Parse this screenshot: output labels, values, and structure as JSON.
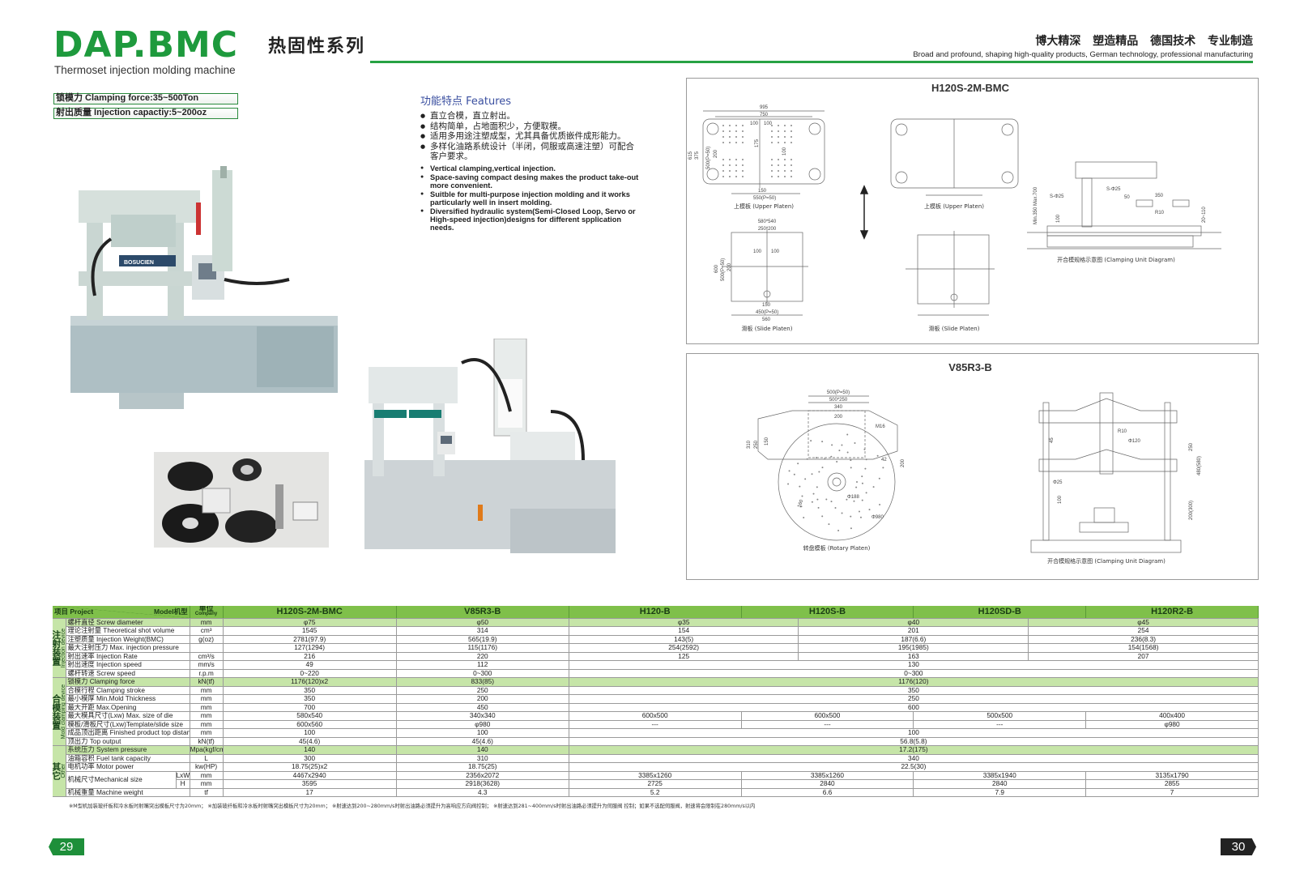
{
  "header": {
    "logo": "DAP.BMC",
    "series": "热固性系列",
    "subtitle": "Thermoset injection molding machine",
    "slogan_zh": "博大精深 塑造精品 德国技术 专业制造",
    "slogan_en": "Broad and profound, shaping high-quality products, German technology, professional manufacturing"
  },
  "specs": {
    "clamping": "锁模力 Clamping force:35~500Ton",
    "injection": "射出质量 Injection capactiy:5~200oz"
  },
  "features": {
    "title": "功能特点 Features",
    "zh": [
      "直立合模，直立射出。",
      "结构简单，占地面积少，方便取模。",
      "适用多用途注塑成型，尤其具备优质嵌件成形能力。",
      "多样化油路系统设计（半闭，伺服或高速注塑）可配合客户要求。"
    ],
    "en": [
      "Vertical clamping,vertical injection.",
      "Space-saving compact desing makes the product take-out more convenient.",
      "Suitble for multi-purpose injection molding and it works particularly well in insert molding.",
      "Diversified hydraulic system(Semi-Closed Loop, Servo or High-speed injection)designs for different spplication needs."
    ]
  },
  "photos": {
    "brand": "BOSUCIEN"
  },
  "diagram1": {
    "title": "H120S-2M-BMC",
    "upper_caption": "上模板 (Upper Platen)",
    "slide_caption": "滑板 (Slide Platen)",
    "clamp_caption": "开合模规格示意图 (Clamping Unit Diagram)",
    "dims_upper": [
      "995",
      "750",
      "100",
      "100",
      "615",
      "375",
      "500(P=50)",
      "200",
      "175",
      "100",
      "150",
      "550(P=50)"
    ],
    "dims_slide": [
      "580*540",
      "250*200",
      "100",
      "100",
      "600",
      "500(P=50)",
      "200",
      "150",
      "450(P=50)",
      "560"
    ],
    "dims_clamp": [
      "S-Φ25",
      "50",
      "350",
      "R10",
      "Min.350 Max.700",
      "100",
      "S-Φ25",
      "20~110"
    ]
  },
  "diagram2": {
    "title": "V85R3-B",
    "rotary_caption": "转盘模板 (Rotary Platen)",
    "clamp_caption": "开合模规格示意图 (Clamping Unit Diagram)",
    "dims_rotary": [
      "500(P=50)",
      "500*250",
      "340",
      "200",
      "M16",
      "310",
      "250",
      "150",
      "42",
      "200",
      "Φ188",
      "160",
      "Φ980"
    ],
    "dims_clamp": [
      "R10",
      "Φ120",
      "45",
      "250",
      "480(580)",
      "Φ25",
      "100",
      "200(300)"
    ]
  },
  "spec_table": {
    "head": {
      "project": "项目 Project",
      "model": "Model机型",
      "unit_zh": "单位",
      "unit_en": "Company",
      "models": [
        "H120S-2M-BMC",
        "V85R3-B",
        "H120-B",
        "H120S-B",
        "H120SD-B",
        "H120R2-B"
      ]
    },
    "sections": [
      {
        "zh": "注射装置",
        "en": "Injection device",
        "rows": [
          {
            "label": "螺杆直径 Screw diameter",
            "unit": "mm",
            "c1": "φ75",
            "c2": "φ50",
            "group": [
              "φ35",
              "φ40",
              "φ45"
            ]
          },
          {
            "label": "理论注射量 Theoretical shot volume",
            "unit": "cm³",
            "c1": "1545",
            "c2": "314",
            "group": [
              "154",
              "201",
              "254"
            ]
          },
          {
            "label": "注塑质量 Injection Weight(BMC)",
            "unit": "g(oz)",
            "c1": "2781(97.9)",
            "c2": "565(19.9)",
            "group": [
              "143(5)",
              "187(6.6)",
              "236(8.3)"
            ]
          },
          {
            "label": "最大注射压力 Max. injection pressure",
            "unit": "",
            "c1": "127(1294)",
            "c2": "115(1176)",
            "group": [
              "254(2592)",
              "195(1985)",
              "154(1568)"
            ]
          },
          {
            "label": "射出速率 Injection Rate",
            "unit": "cm³/s",
            "c1": "216",
            "c2": "220",
            "group": [
              "125",
              "163",
              "207"
            ]
          },
          {
            "label": "射出速度 Injection speed",
            "unit": "mm/s",
            "c1": "49",
            "c2": "112",
            "group": [
              "130"
            ]
          },
          {
            "label": "螺杆转速 Screw speed",
            "unit": "r.p.m",
            "c1": "0~220",
            "c2": "0~300",
            "group": [
              "0~300"
            ]
          }
        ]
      },
      {
        "zh": "合模装置",
        "en": "Mold clamping device",
        "rows": [
          {
            "label": "锁模力 Clamping force",
            "unit": "kN(tf)",
            "c1": "1176(120)x2",
            "c2": "833(85)",
            "group": [
              "1176(120)"
            ]
          },
          {
            "label": "合模行程 Clamping stroke",
            "unit": "mm",
            "c1": "350",
            "c2": "250",
            "group": [
              "350"
            ]
          },
          {
            "label": "最小模厚 Min.Mold Thickness",
            "unit": "mm",
            "c1": "350",
            "c2": "200",
            "group": [
              "250"
            ]
          },
          {
            "label": "最大开距 Max.Opening",
            "unit": "mm",
            "c1": "700",
            "c2": "450",
            "group": [
              "600"
            ]
          },
          {
            "label": "最大模具尺寸(Lxw) Max. size of die",
            "unit": "mm",
            "c1": "580x540",
            "c2": "340x340",
            "group": [
              "600x500",
              "600x500",
              "500x500",
              "400x400"
            ]
          },
          {
            "label": "模板/滑板尺寸(Lxw)Template/slide size",
            "unit": "mm",
            "c1": "600x560",
            "c2": "φ980",
            "group": [
              "---",
              "---",
              "---",
              "φ980"
            ]
          },
          {
            "label": "成品顶出距离 Finished product top distance",
            "unit": "mm",
            "c1": "100",
            "c2": "100",
            "group": [
              "100"
            ]
          },
          {
            "label": "顶出力 Top output",
            "unit": "kN(tf)",
            "c1": "45(4.6)",
            "c2": "45(4.6)",
            "group": [
              "56.8(5.8)"
            ]
          }
        ]
      },
      {
        "zh": "其它",
        "en": "Other",
        "rows": [
          {
            "label": "系统压力 System pressure",
            "unit": "Mpa(kgf/cm²)",
            "c1": "140",
            "c2": "140",
            "group": [
              "17.2(175)"
            ]
          },
          {
            "label": "油箱容积 Fuel tank capacity",
            "unit": "L",
            "c1": "300",
            "c2": "310",
            "group": [
              "340"
            ]
          },
          {
            "label": "电机功率 Motor power",
            "unit": "kw(HP)",
            "c1": "18.75(25)x2",
            "c2": "18.75(25)",
            "group": [
              "22.5(30)"
            ]
          },
          {
            "label": "机械尺寸Mechanical size",
            "sub": "LxW",
            "unit": "mm",
            "c1": "4467x2940",
            "c2": "2356x2072",
            "group": [
              "3385x1260",
              "3385x1260",
              "3385x1940",
              "3135x1790"
            ]
          },
          {
            "sub": "H",
            "unit": "mm",
            "c1": "3595",
            "c2": "2918(3628)",
            "group": [
              "2725",
              "2840",
              "2840",
              "2855"
            ]
          },
          {
            "label": "机械重量 Machine weight",
            "unit": "tf",
            "c1": "17",
            "c2": "4.3",
            "group": [
              "5.2",
              "6.6",
              "7.9",
              "7"
            ]
          }
        ]
      }
    ]
  },
  "footnote": "※M型机加装玻纤板和冷水板时射嘴突出模板尺寸为20mm； ※加装玻纤板和冷水板时射嘴突出模板尺寸为20mm； ※射速达到200~280mm/s时射出油路必须提升为高响应方向阀控制； ※射速达到281~400mm/s时射出油路必须提升为伺服阀 控制；如果不选配伺服阀，射速将会限制在280mm/s以内",
  "pages": {
    "left": "29",
    "right": "30"
  },
  "colors": {
    "brand_green": "#1e9a3d",
    "table_header": "#7fc04a",
    "row_highlight": "#c6e5a8"
  }
}
